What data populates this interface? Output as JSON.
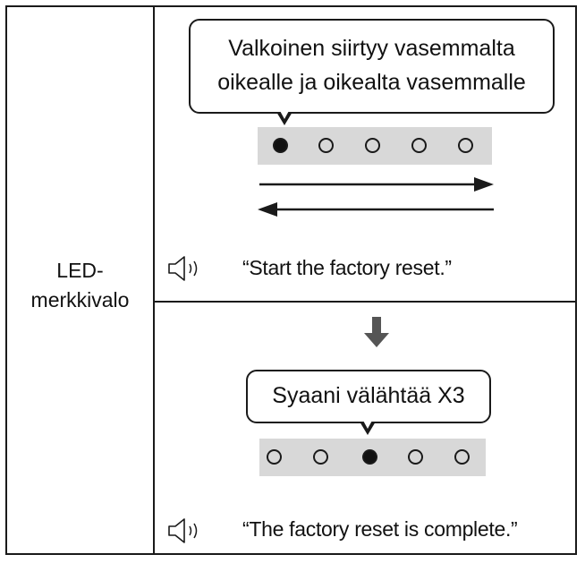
{
  "row_label": {
    "line1": "LED-",
    "line2": "merkkivalo"
  },
  "step1": {
    "bubble_line1": "Valkoinen siirtyy vasemmalta",
    "bubble_line2": "oikealle ja oikealta vasemmalle",
    "leds": [
      "on",
      "off",
      "off",
      "off",
      "off"
    ],
    "voice_prompt": "“Start the factory reset.”"
  },
  "step2": {
    "bubble_text": "Syaani välähtää X3",
    "leds": [
      "off",
      "off",
      "on",
      "off",
      "off"
    ],
    "voice_prompt": "“The factory reset is complete.”"
  },
  "icons": {
    "speaker": "speaker-icon",
    "down_arrow": "down-arrow-icon",
    "right_arrow": "right-arrow-icon",
    "left_arrow": "left-arrow-icon"
  }
}
